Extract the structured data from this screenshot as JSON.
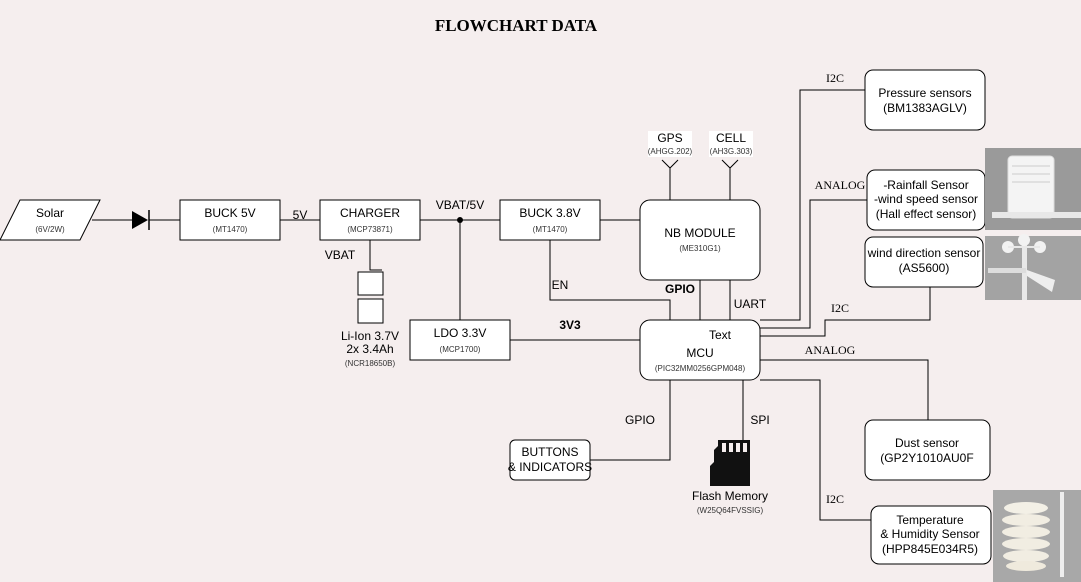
{
  "title": "FLOWCHART DATA",
  "blocks": {
    "solar": {
      "title": "Solar",
      "sub": "(6V/2W)"
    },
    "buck5": {
      "title": "BUCK 5V",
      "sub": "(MT1470)"
    },
    "charger": {
      "title": "CHARGER",
      "sub": "(MCP73871)"
    },
    "buck38": {
      "title": "BUCK 3.8V",
      "sub": "(MT1470)"
    },
    "nb": {
      "title": "NB MODULE",
      "sub": "(ME310G1)"
    },
    "ldo": {
      "title": "LDO 3.3V",
      "sub": "(MCP1700)"
    },
    "mcu": {
      "title": "MCU",
      "sub": "(PIC32MM0256GPM048)",
      "text": "Text"
    },
    "battery": {
      "line1": "Li-Ion 3.7V",
      "line2": "2x 3.4Ah",
      "sub": "(NCR18650B)"
    },
    "buttons": {
      "line1": "BUTTONS",
      "line2": "& INDICATORS"
    },
    "flash": {
      "title": "Flash Memory",
      "sub": "(W25Q64FVSSIG)"
    },
    "gps": {
      "title": "GPS",
      "sub": "(AHGG.202)"
    },
    "cell": {
      "title": "CELL",
      "sub": "(AH3G.303)"
    },
    "pressure": {
      "line1": "Pressure sensors",
      "line2": "(BM1383AGLV)"
    },
    "rain": {
      "line1": "-Rainfall Sensor",
      "line2": "-wind speed sensor",
      "line3": "(Hall effect sensor)"
    },
    "winddir": {
      "line1": "wind direction sensor",
      "line2": "(AS5600)"
    },
    "dust": {
      "line1": "Dust sensor",
      "line2": "(GP2Y1010AU0F"
    },
    "temp": {
      "line1": "Temperature",
      "line2": "& Humidity Sensor",
      "line3": "(HPP845E034R5)"
    }
  },
  "labels": {
    "v5": "5V",
    "vbat": "VBAT",
    "vbat5": "VBAT/5V",
    "en": "EN",
    "gpio_top": "GPIO",
    "uart": "UART",
    "v33": "3V3",
    "gpio_bottom": "GPIO",
    "spi": "SPI",
    "i2c_pressure": "I2C",
    "analog_rain": "ANALOG",
    "i2c_winddir": "I2C",
    "analog_dust": "ANALOG",
    "i2c_temp": "I2C"
  }
}
